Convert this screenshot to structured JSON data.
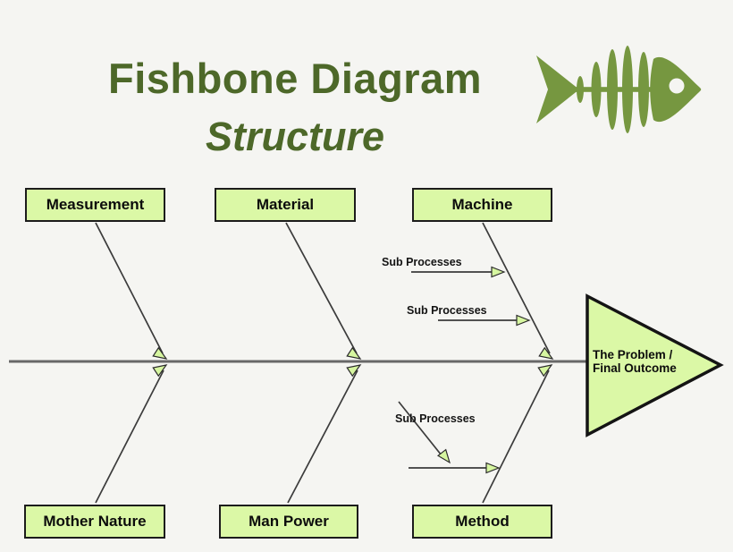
{
  "header": {
    "title": "Fishbone Diagram",
    "subtitle": "Structure"
  },
  "categories": {
    "top": [
      "Measurement",
      "Material",
      "Machine"
    ],
    "bottom": [
      "Mother Nature",
      "Man Power",
      "Method"
    ]
  },
  "sub_process_labels": [
    "Sub Processes",
    "Sub Processes",
    "Sub Processes"
  ],
  "outcome": {
    "line1": "The Problem /",
    "line2": "Final Outcome"
  },
  "icons": {
    "fish_skeleton": "fish-skeleton-icon"
  },
  "colors": {
    "title_green": "#4d6829",
    "fish_green": "#769740",
    "node_fill": "#dbf8a6",
    "node_border": "#1c1c1c",
    "branch_line": "#3b3b3b",
    "spine_line": "#686868",
    "background": "#f5f5f2"
  }
}
